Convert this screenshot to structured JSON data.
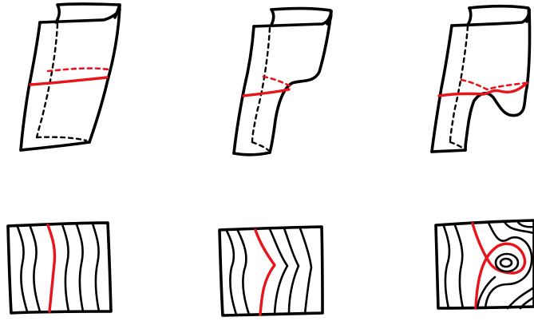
{
  "colors": {
    "ink": "#000000",
    "highlight": "#e8141b",
    "background": "#ffffff"
  },
  "figure": {
    "rows": [
      {
        "panels": [
          "cylinder-uniform-section",
          "cylinder-bulge-section",
          "cylinder-handle-section"
        ]
      },
      {
        "panels": [
          "contours-straight",
          "contours-bent",
          "contours-with-island"
        ]
      }
    ]
  }
}
